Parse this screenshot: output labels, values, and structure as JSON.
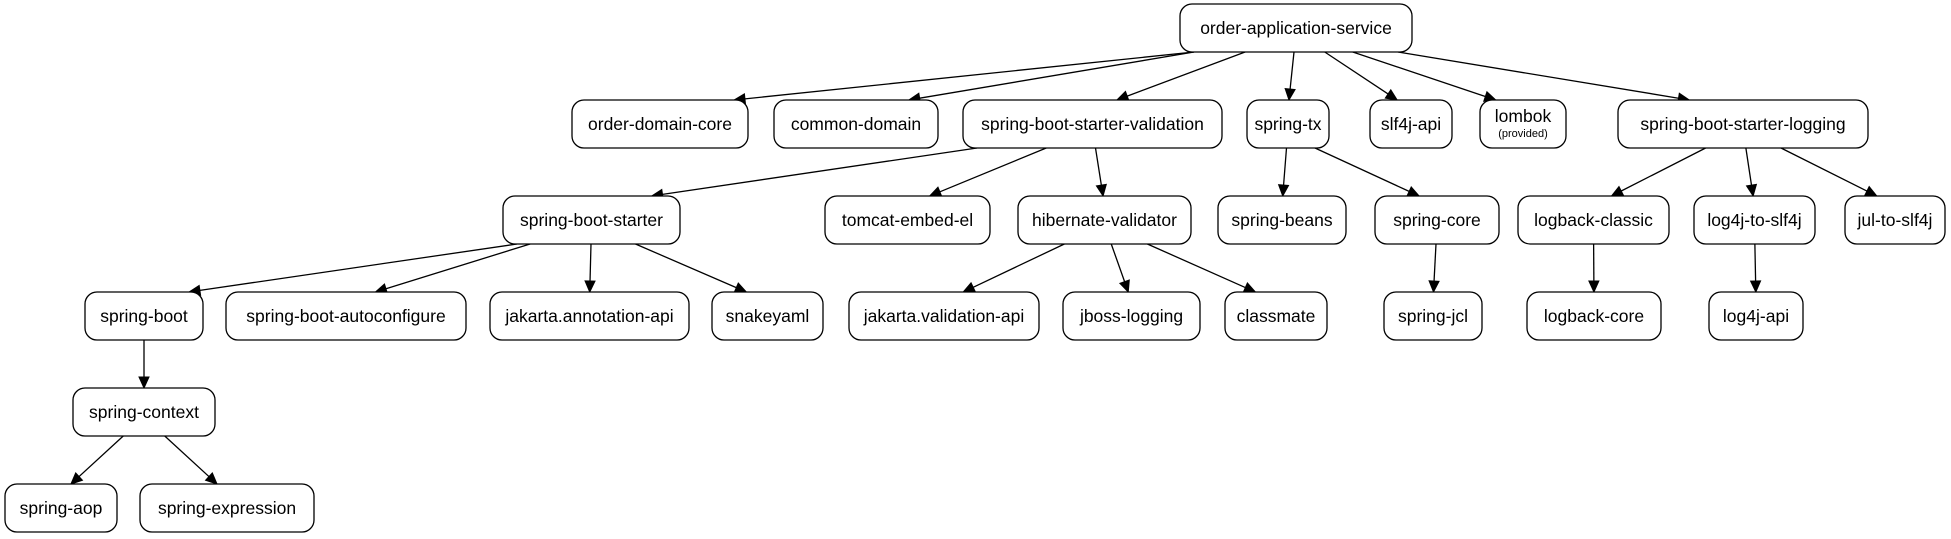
{
  "root": {
    "id": "n_root",
    "label": "order-application-service"
  },
  "nodes": [
    {
      "id": "n_root",
      "label": "order-application-service"
    },
    {
      "id": "n_odc",
      "label": "order-domain-core"
    },
    {
      "id": "n_cd",
      "label": "common-domain"
    },
    {
      "id": "n_sbsv",
      "label": "spring-boot-starter-validation"
    },
    {
      "id": "n_stx",
      "label": "spring-tx"
    },
    {
      "id": "n_slf",
      "label": "slf4j-api"
    },
    {
      "id": "n_lombok",
      "label": "lombok",
      "sublabel": "(provided)"
    },
    {
      "id": "n_sbsl",
      "label": "spring-boot-starter-logging"
    },
    {
      "id": "n_sbs",
      "label": "spring-boot-starter"
    },
    {
      "id": "n_tee",
      "label": "tomcat-embed-el"
    },
    {
      "id": "n_hv",
      "label": "hibernate-validator"
    },
    {
      "id": "n_sbeans",
      "label": "spring-beans"
    },
    {
      "id": "n_score",
      "label": "spring-core"
    },
    {
      "id": "n_lbc",
      "label": "logback-classic"
    },
    {
      "id": "n_l4jslf",
      "label": "log4j-to-slf4j"
    },
    {
      "id": "n_jul",
      "label": "jul-to-slf4j"
    },
    {
      "id": "n_sb",
      "label": "spring-boot"
    },
    {
      "id": "n_sbac",
      "label": "spring-boot-autoconfigure"
    },
    {
      "id": "n_jaa",
      "label": "jakarta.annotation-api"
    },
    {
      "id": "n_snake",
      "label": "snakeyaml"
    },
    {
      "id": "n_jva",
      "label": "jakarta.validation-api"
    },
    {
      "id": "n_jbl",
      "label": "jboss-logging"
    },
    {
      "id": "n_cm",
      "label": "classmate"
    },
    {
      "id": "n_sjcl",
      "label": "spring-jcl"
    },
    {
      "id": "n_lbcore",
      "label": "logback-core"
    },
    {
      "id": "n_l4japi",
      "label": "log4j-api"
    },
    {
      "id": "n_sctx",
      "label": "spring-context"
    },
    {
      "id": "n_saop",
      "label": "spring-aop"
    },
    {
      "id": "n_sexp",
      "label": "spring-expression"
    }
  ],
  "edges": [
    {
      "from": "n_root",
      "to": "n_odc"
    },
    {
      "from": "n_root",
      "to": "n_cd"
    },
    {
      "from": "n_root",
      "to": "n_sbsv"
    },
    {
      "from": "n_root",
      "to": "n_stx"
    },
    {
      "from": "n_root",
      "to": "n_slf"
    },
    {
      "from": "n_root",
      "to": "n_lombok"
    },
    {
      "from": "n_root",
      "to": "n_sbsl"
    },
    {
      "from": "n_sbsv",
      "to": "n_sbs"
    },
    {
      "from": "n_sbsv",
      "to": "n_tee"
    },
    {
      "from": "n_sbsv",
      "to": "n_hv"
    },
    {
      "from": "n_stx",
      "to": "n_sbeans"
    },
    {
      "from": "n_stx",
      "to": "n_score"
    },
    {
      "from": "n_sbsl",
      "to": "n_lbc"
    },
    {
      "from": "n_sbsl",
      "to": "n_l4jslf"
    },
    {
      "from": "n_sbsl",
      "to": "n_jul"
    },
    {
      "from": "n_sbs",
      "to": "n_sb"
    },
    {
      "from": "n_sbs",
      "to": "n_sbac"
    },
    {
      "from": "n_sbs",
      "to": "n_jaa"
    },
    {
      "from": "n_sbs",
      "to": "n_snake"
    },
    {
      "from": "n_hv",
      "to": "n_jva"
    },
    {
      "from": "n_hv",
      "to": "n_jbl"
    },
    {
      "from": "n_hv",
      "to": "n_cm"
    },
    {
      "from": "n_score",
      "to": "n_sjcl"
    },
    {
      "from": "n_lbc",
      "to": "n_lbcore"
    },
    {
      "from": "n_l4jslf",
      "to": "n_l4japi"
    },
    {
      "from": "n_sb",
      "to": "n_sctx"
    },
    {
      "from": "n_sctx",
      "to": "n_saop"
    },
    {
      "from": "n_sctx",
      "to": "n_sexp"
    }
  ]
}
